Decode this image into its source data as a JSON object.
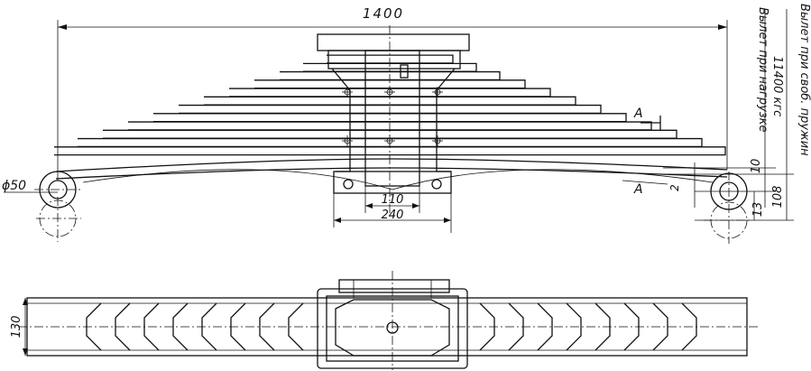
{
  "dimensions": {
    "overall_length": "1400",
    "eye_diameter": "ϕ50",
    "center_width": "110",
    "seat_width": "240",
    "spring_width": "130",
    "offset_13": "13",
    "offset_108": "108",
    "offset_10": "10",
    "gap_2": "2"
  },
  "labels": {
    "section_a_top": "A",
    "section_a_bottom": "A",
    "loaded_deflection_line1": "Вылет при нагрузке",
    "loaded_deflection_line2": "11400 кгс",
    "free_spring_deflection": "Вылет при своб. пружин"
  }
}
